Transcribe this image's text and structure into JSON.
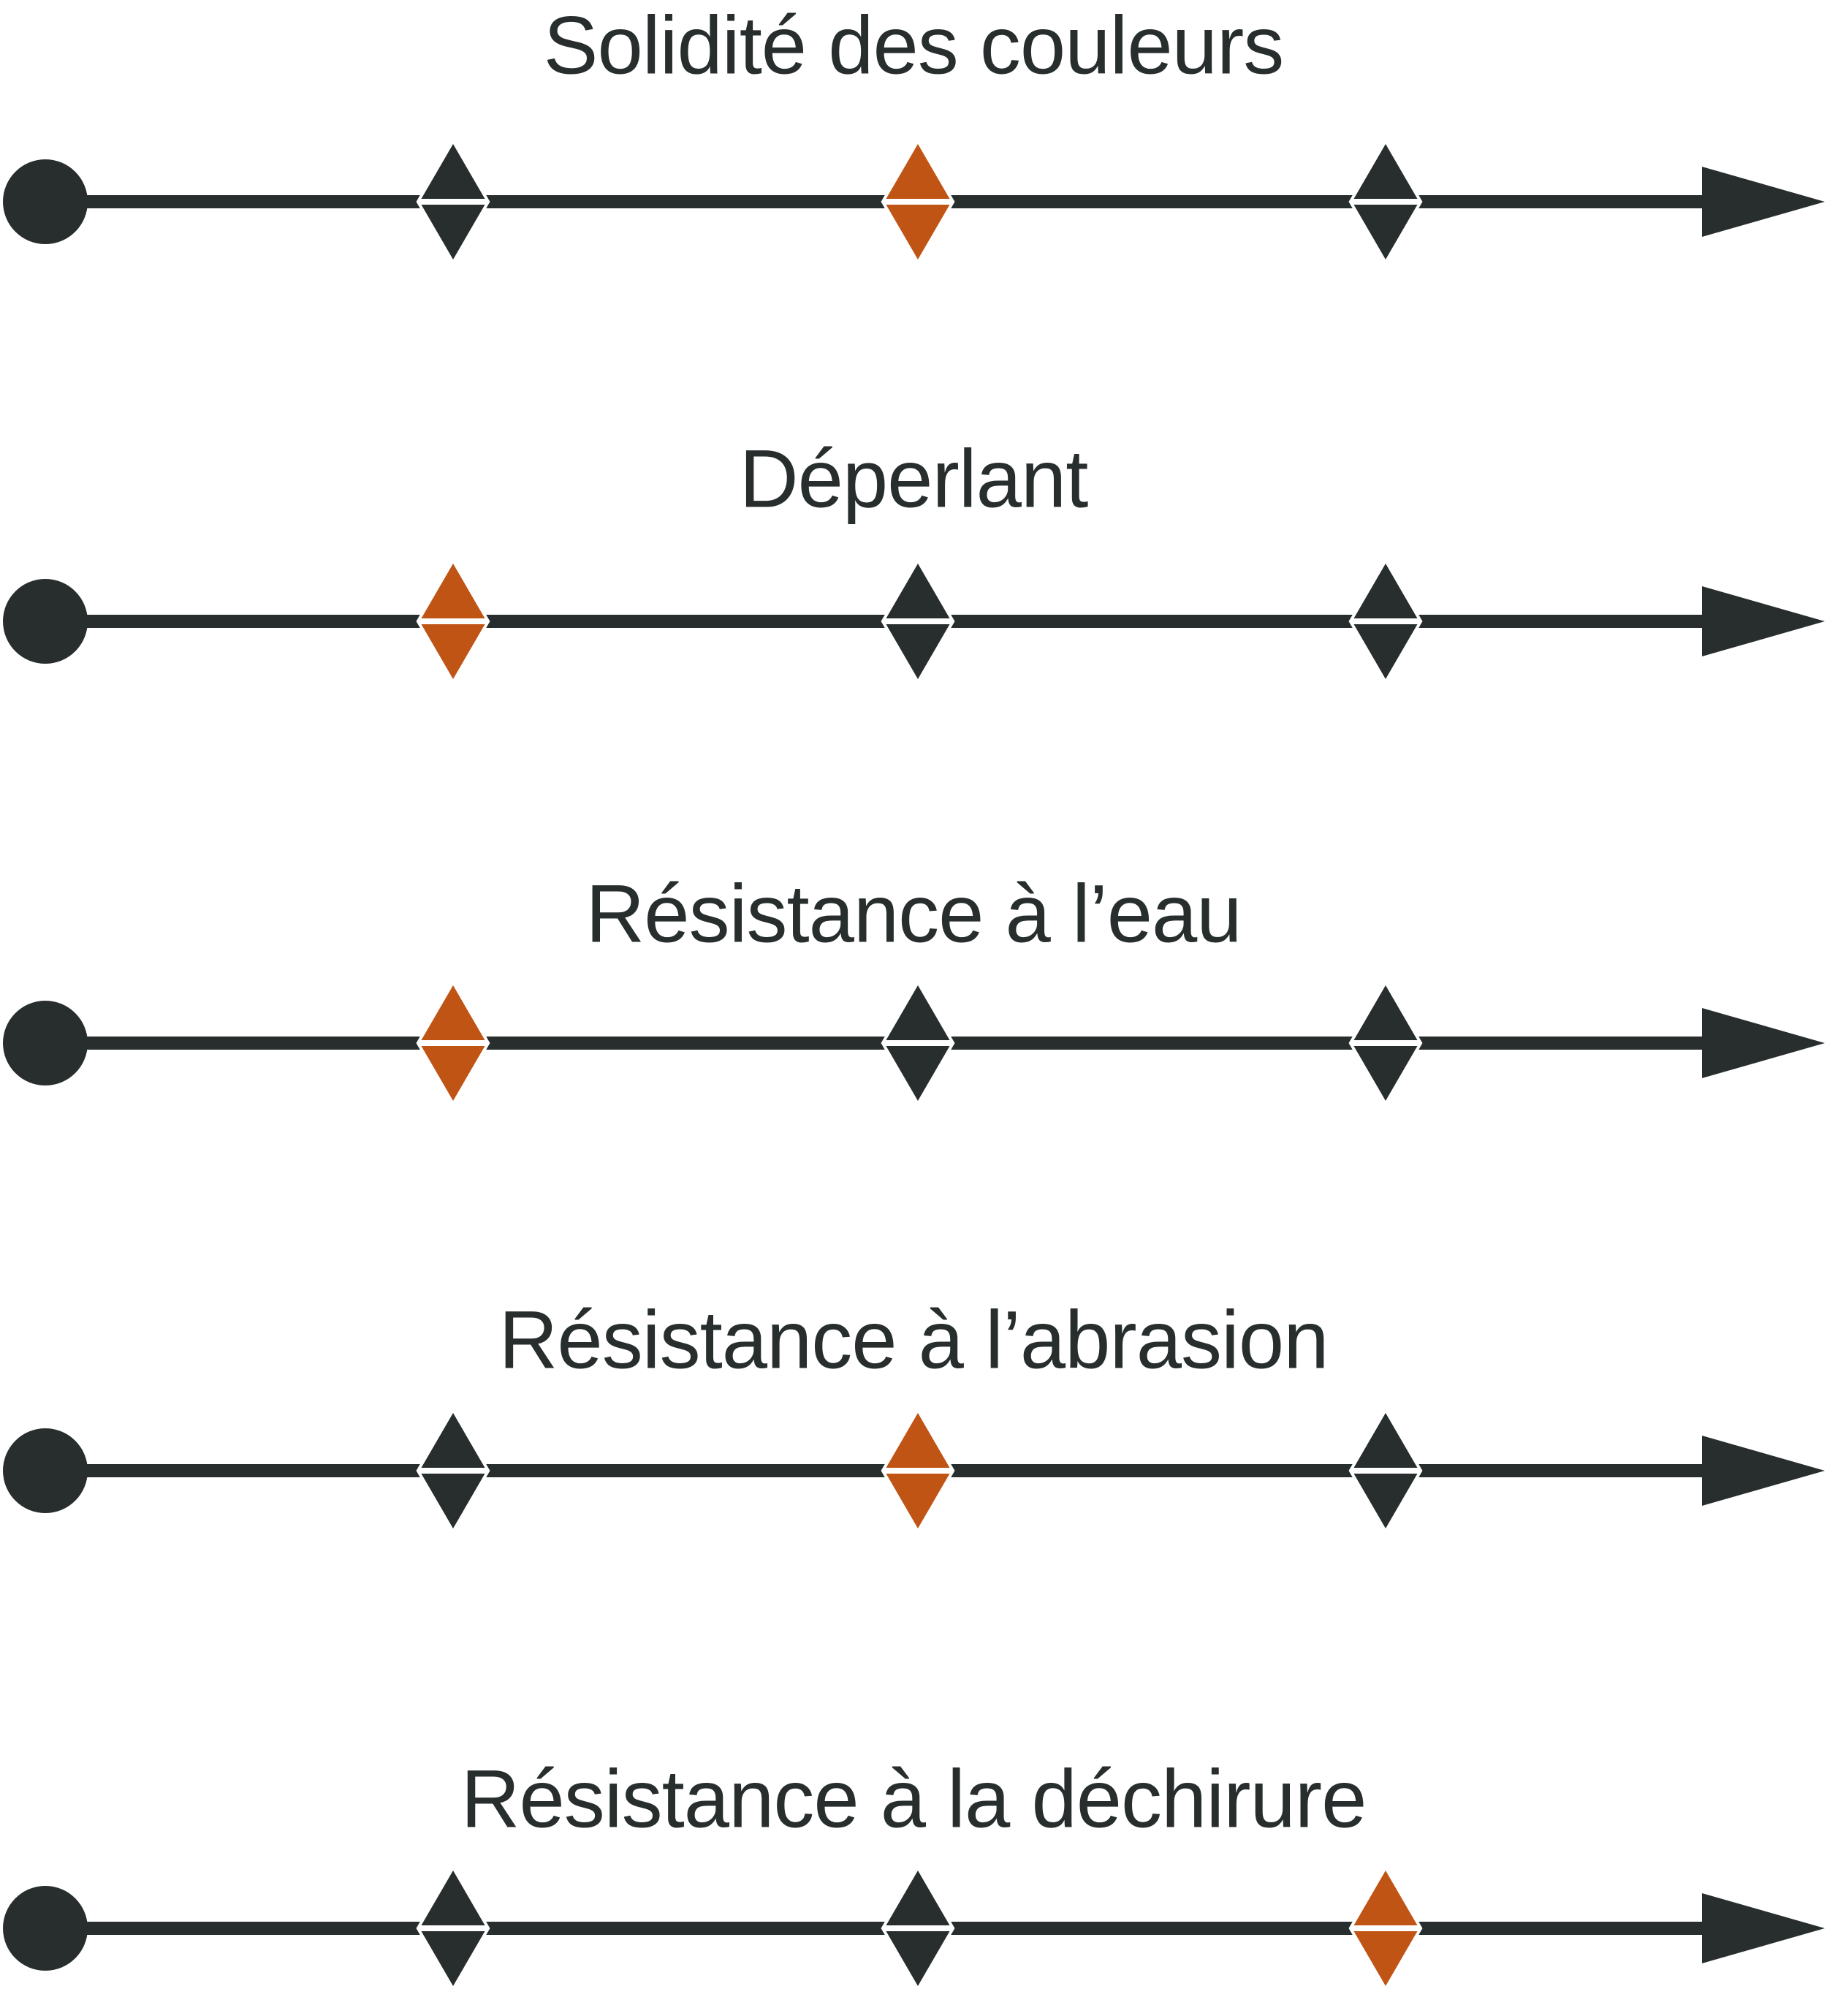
{
  "chart_data": {
    "type": "rating-scale",
    "orientation": "horizontal",
    "scale_min": 1,
    "scale_max": 3,
    "rows": [
      {
        "label": "Solidité des couleurs",
        "rating": 2
      },
      {
        "label": "Déperlant",
        "rating": 1
      },
      {
        "label": "Résistance à l’eau",
        "rating": 1
      },
      {
        "label": "Résistance à l’abrasion",
        "rating": 2
      },
      {
        "label": "Résistance à la déchirure",
        "rating": 3
      }
    ]
  },
  "icons": {
    "start": "filled-circle",
    "marker": "split-diamond",
    "end": "right-arrowhead"
  },
  "colors": {
    "ink": "#272e2d",
    "accent": "#c05415",
    "background": "#ffffff",
    "marker_slit": "#ffffff"
  }
}
